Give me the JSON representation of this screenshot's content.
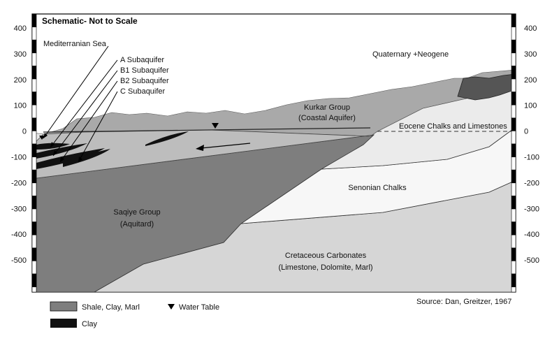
{
  "title": "Schematic- Not to Scale",
  "axis_ticks": [
    "400",
    "300",
    "200",
    "100",
    "0",
    "-100",
    "-200",
    "-300",
    "-400",
    "-500"
  ],
  "labels": {
    "mediterranean_sea": "Mediterranian Sea",
    "subaquifer_a": "A  Subaquifer",
    "subaquifer_b1": "B1 Subaquifer",
    "subaquifer_b2": "B2 Subaquifer",
    "subaquifer_c": "C  Subaquifer",
    "quaternary": "Quaternary +Neogene",
    "kurkar_1": "Kurkar Group",
    "kurkar_2": "(Coastal Aquifer)",
    "eocene": "Eocene Chalks and Limestones",
    "senonian": "Senonian Chalks",
    "saqiye_1": "Saqiye Group",
    "saqiye_2": "(Aquitard)",
    "cretaceous_1": "Cretaceous Carbonates",
    "cretaceous_2": "(Limestone, Dolomite, Marl)"
  },
  "legend": {
    "shale": "Shale, Clay, Marl",
    "clay": "Clay",
    "water_table": "Water Table"
  },
  "source": "Source: Dan, Greitzer, 1967",
  "colors": {
    "kurkar": "#a9a9a9",
    "quaternary": "#555555",
    "eocene": "#ebebeb",
    "senonian": "#f7f7f7",
    "saqiye": "#7e7e7e",
    "cretaceous": "#d6d6d6",
    "clay": "#111111",
    "wedge": "#bdbdbd"
  }
}
